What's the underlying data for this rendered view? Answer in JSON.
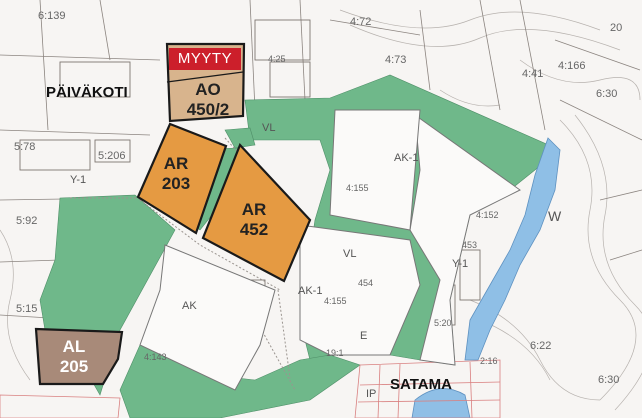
{
  "map": {
    "place_labels": {
      "daycare": "PÄIVÄKOTI",
      "harbour": "SATAMA"
    },
    "sold_badge": "MYYTY",
    "plots": [
      {
        "id": "ao",
        "zone": "AO",
        "number": "450/2",
        "color": "#d8b48d"
      },
      {
        "id": "ar203",
        "zone": "AR",
        "number": "203",
        "color": "#e59a42"
      },
      {
        "id": "ar452",
        "zone": "AR",
        "number": "452",
        "color": "#e59a42"
      },
      {
        "id": "al205",
        "zone": "AL",
        "number": "205",
        "color": "#a88a79"
      }
    ],
    "zone_codes": {
      "ak1_a": "AK-1",
      "ak1_b": "AK-1",
      "ak_c": "AK",
      "y1_a": "Y-1",
      "y1_b": "Y-1",
      "vl_a": "VL",
      "vl_b": "VL",
      "w": "W",
      "e": "E",
      "ip": "IP"
    },
    "background_numbers": {
      "n1": "6:139",
      "n2": "4:72",
      "n3": "4:25",
      "n4": "4:73",
      "n5": "4:41",
      "n6": "4:166",
      "n7": "6:30",
      "n8": "5:78",
      "n9": "5:206",
      "n10": "5:92",
      "n11": "5:15",
      "n12": "4:155",
      "n13": "4:152",
      "n14": "453",
      "n15": "454",
      "n16": "4:155",
      "n17": "4:143",
      "n18": "6:22",
      "n19": "2:16",
      "n20": "6:30",
      "n21": "20",
      "n22": "19:1",
      "n23": "5:20"
    },
    "colors": {
      "park_green": "#6fb88a",
      "water_blue": "#8fbfe6",
      "sold_red": "#cc1f2b"
    }
  }
}
